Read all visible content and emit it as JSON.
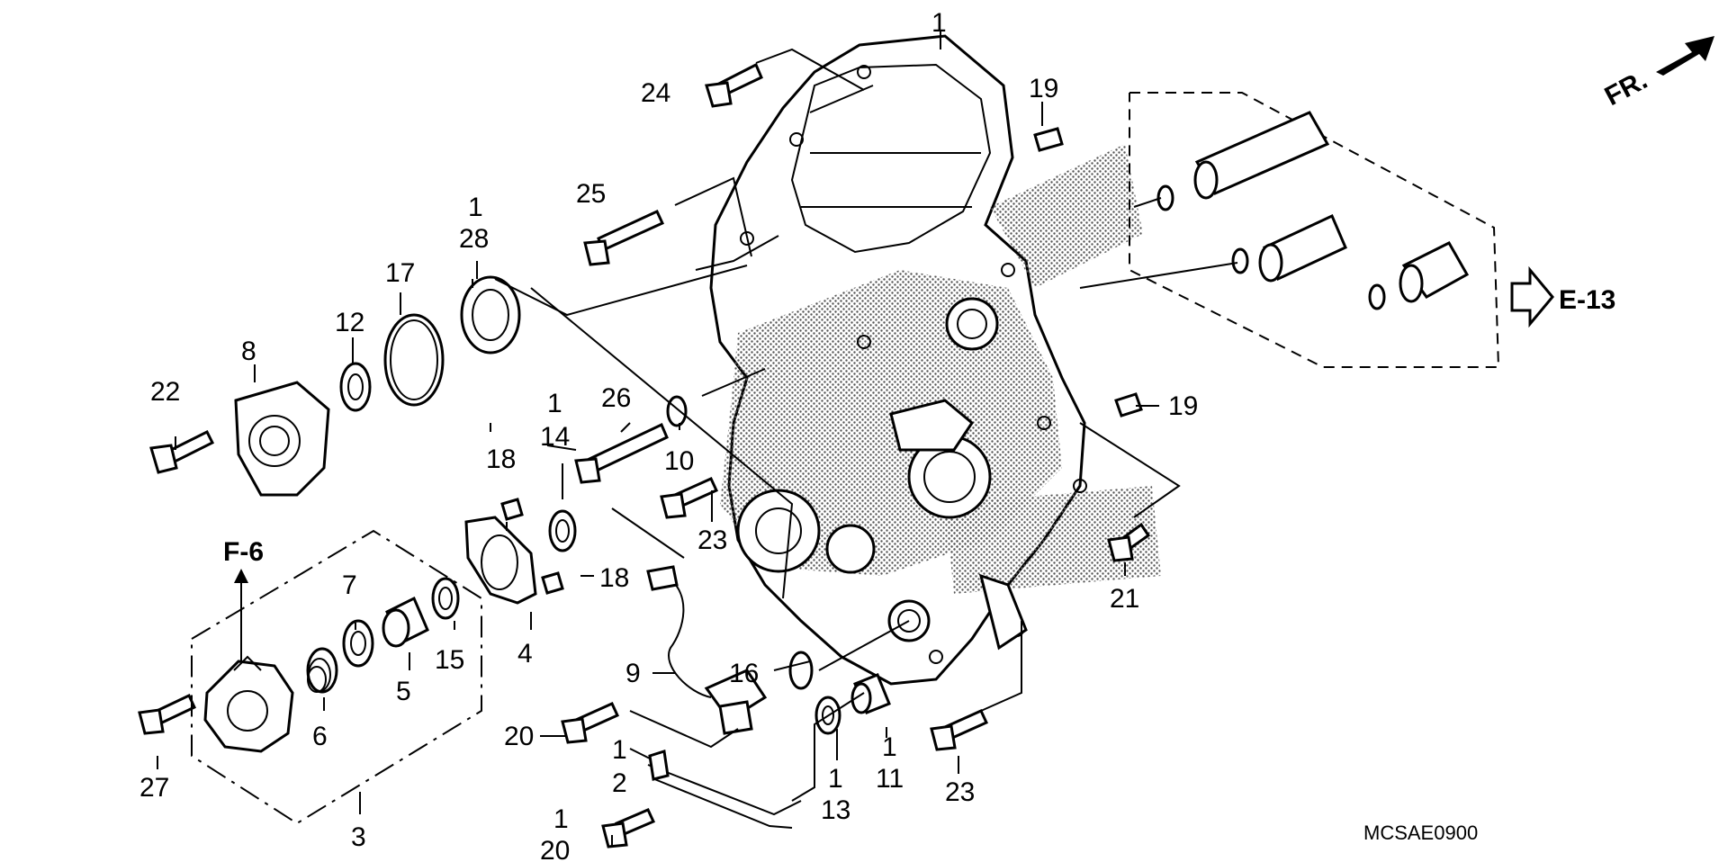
{
  "diagram": {
    "code": "MCSAE0900",
    "direction_mark": "FR.",
    "refs": {
      "e13": "E-13",
      "f6": "F-6"
    },
    "callouts": {
      "c1_top": "1",
      "c24": "24",
      "c19_top": "19",
      "c25": "25",
      "c1_bearing": "1",
      "c28": "28",
      "c17": "17",
      "c12": "12",
      "c8": "8",
      "c22": "22",
      "c1_seal": "1",
      "c14": "14",
      "c26": "26",
      "c10": "10",
      "c18_a": "18",
      "c18_b": "18",
      "c23_mid": "23",
      "c19_right": "19",
      "c21": "21",
      "c7": "7",
      "c4": "4",
      "c15": "15",
      "c5": "5",
      "c6": "6",
      "c27": "27",
      "c3": "3",
      "c9": "9",
      "c16": "16",
      "c20_mid": "20",
      "c1_clip": "1",
      "c2": "2",
      "c1_bolt20": "1",
      "c20_bottom": "20",
      "c1_13": "1",
      "c13": "13",
      "c1_11": "1",
      "c11": "11",
      "c23_bottom": "23"
    }
  },
  "colors": {
    "ink": "#000000",
    "paper": "#ffffff"
  }
}
